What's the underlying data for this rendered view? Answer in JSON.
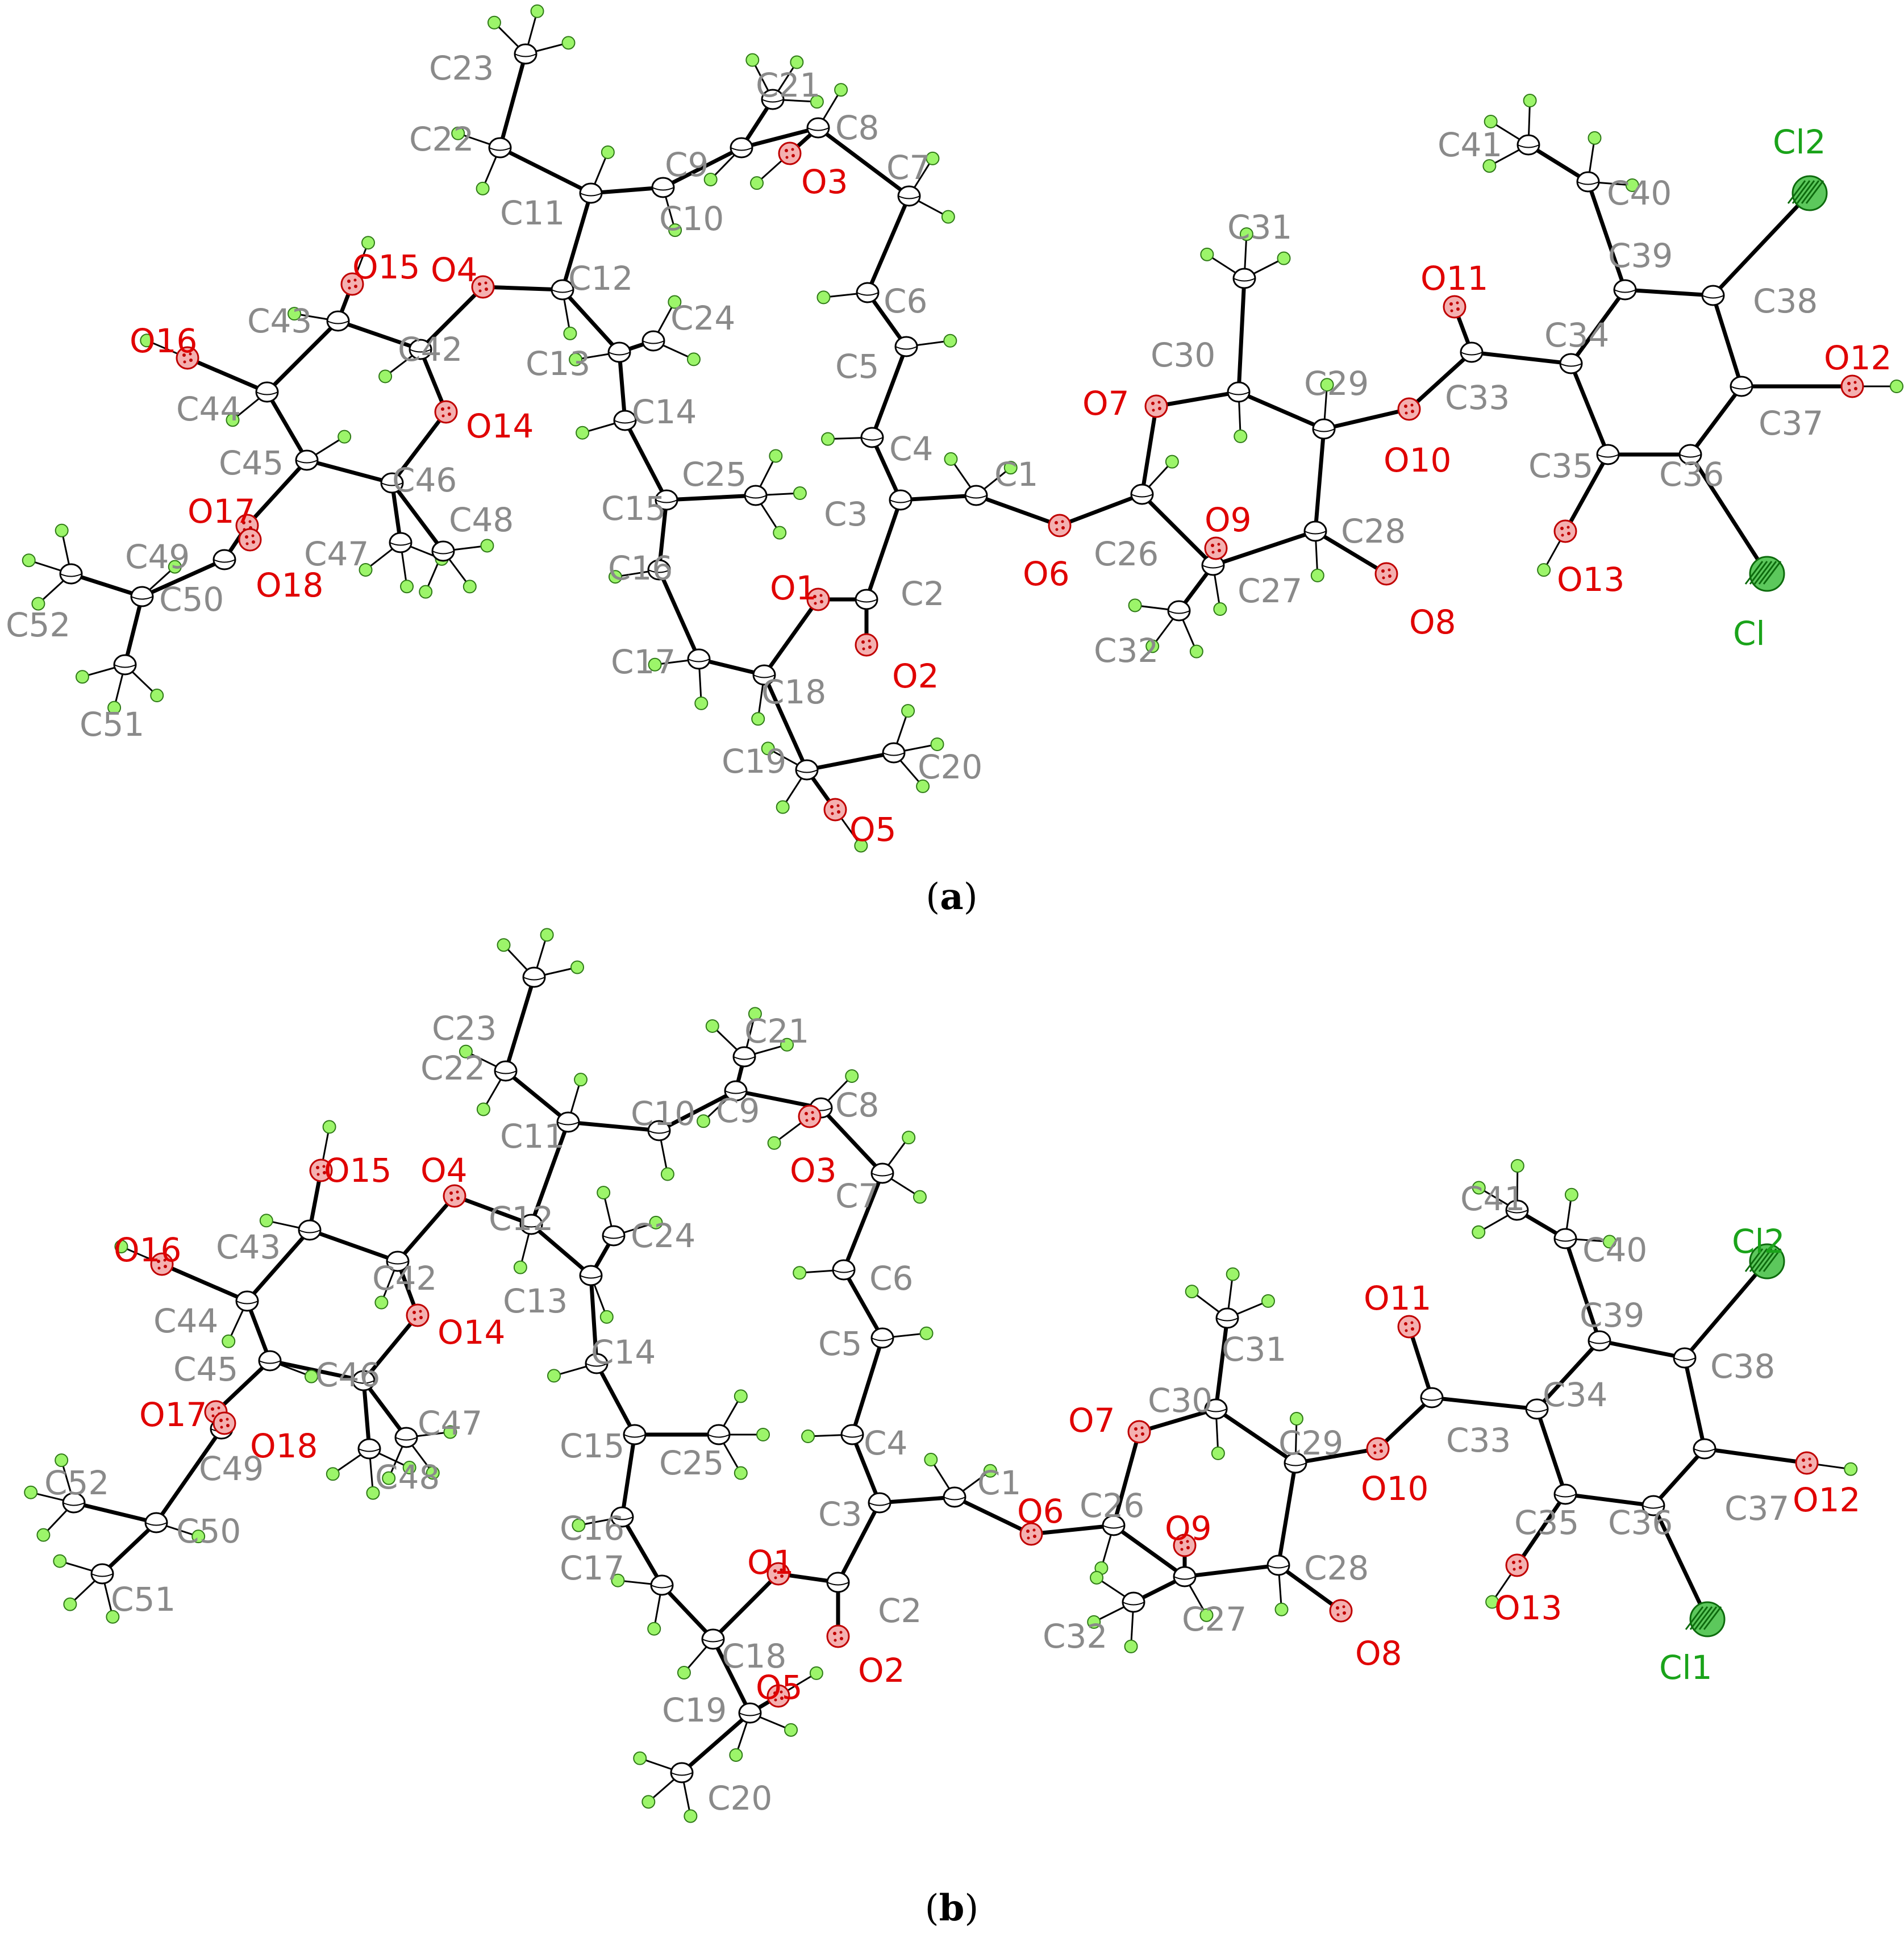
{
  "colors": {
    "carbon_label": "#8a8a8a",
    "oxygen_label": "#e00000",
    "chlorine_label": "#1aa31a",
    "bond": "#000000",
    "carbon_atom_fill": "#ffffff",
    "oxygen_atom_fill": "#f4b0b0",
    "chlorine_atom_fill": "#5cc85c",
    "hydrogen_fill": "#9cf56a"
  },
  "panels": [
    {
      "id": "a",
      "caption": {
        "open": "(",
        "letter": "a",
        "close": ")"
      },
      "labels": [
        "C1",
        "C2",
        "C3",
        "C4",
        "C5",
        "C6",
        "C7",
        "C8",
        "C9",
        "C10",
        "C11",
        "C12",
        "C13",
        "C14",
        "C15",
        "C16",
        "C17",
        "C18",
        "C19",
        "C20",
        "C21",
        "C22",
        "C23",
        "C24",
        "C25",
        "C26",
        "C27",
        "C28",
        "C29",
        "C30",
        "C31",
        "C32",
        "C33",
        "C34",
        "C35",
        "C36",
        "C37",
        "C38",
        "C39",
        "C40",
        "C41",
        "C42",
        "C43",
        "C44",
        "C45",
        "C46",
        "C47",
        "C48",
        "C49",
        "C50",
        "C51",
        "C52",
        "O1",
        "O2",
        "O3",
        "O4",
        "O5",
        "O6",
        "O7",
        "O8",
        "O9",
        "O10",
        "O11",
        "O12",
        "O13",
        "O14",
        "O15",
        "O16",
        "O17",
        "O18",
        "Cl",
        "Cl2"
      ]
    },
    {
      "id": "b",
      "caption": {
        "open": "(",
        "letter": "b",
        "close": ")"
      },
      "labels": [
        "C1",
        "C2",
        "C3",
        "C4",
        "C5",
        "C6",
        "C7",
        "C8",
        "C9",
        "C10",
        "C11",
        "C12",
        "C13",
        "C14",
        "C15",
        "C16",
        "C17",
        "C18",
        "C19",
        "C20",
        "C21",
        "C22",
        "C23",
        "C24",
        "C25",
        "C26",
        "C27",
        "C28",
        "C29",
        "C30",
        "C31",
        "C32",
        "C33",
        "C34",
        "C35",
        "C36",
        "C37",
        "C38",
        "C39",
        "C40",
        "C41",
        "C42",
        "C43",
        "C44",
        "C45",
        "C46",
        "C47",
        "C48",
        "C49",
        "C50",
        "C51",
        "C52",
        "O1",
        "O2",
        "O3",
        "O4",
        "O5",
        "O6",
        "O7",
        "O8",
        "O9",
        "O10",
        "O11",
        "O12",
        "O13",
        "O14",
        "O15",
        "O16",
        "O17",
        "O18",
        "Cl1",
        "Cl2"
      ]
    }
  ]
}
